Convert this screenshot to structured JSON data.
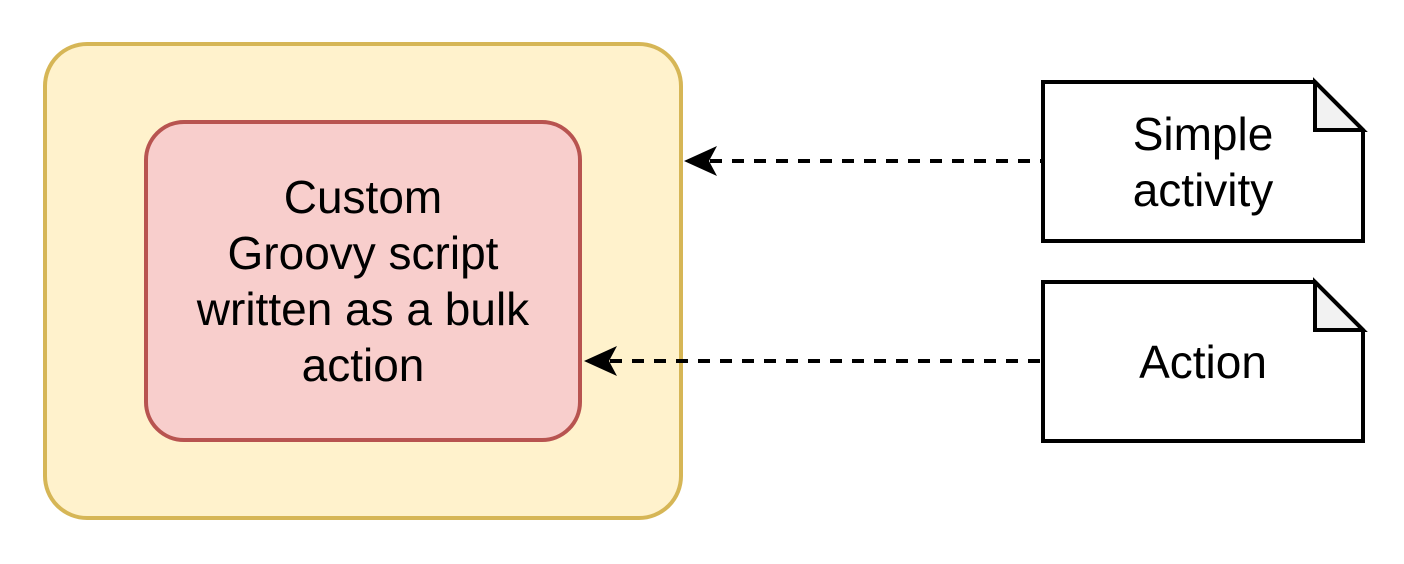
{
  "diagram": {
    "background_color": "#ffffff",
    "container": {
      "role": "grouping container",
      "fill": "#fff2cc",
      "stroke": "#d6b656"
    },
    "groovy_script": {
      "label": "Custom Groovy script written as a bulk action",
      "lines": [
        "Custom",
        "Groovy script",
        "written as a bulk",
        "action"
      ],
      "fill": "#f8cecc",
      "stroke": "#b85450",
      "text_color": "#000000"
    },
    "notes": {
      "simple_activity": {
        "label": "Simple activity",
        "lines": [
          "Simple",
          "activity"
        ],
        "fill": "#ffffff",
        "stroke": "#000000",
        "fold_fill": "#f2f2f2"
      },
      "action": {
        "label": "Action",
        "fill": "#ffffff",
        "stroke": "#000000",
        "fold_fill": "#f2f2f2"
      }
    },
    "connectors": {
      "stroke": "#000000",
      "line_style": "dashed",
      "simple_activity_to_container": {
        "from": "Simple activity",
        "to": "grouping container"
      },
      "action_to_groovy_script": {
        "from": "Action",
        "to": "Custom Groovy script written as a bulk action"
      }
    }
  }
}
